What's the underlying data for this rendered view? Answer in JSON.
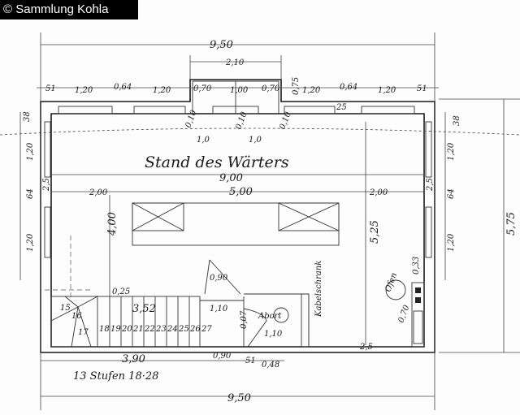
{
  "credit": "© Sammlung Kohla",
  "room_label": "Stand des Wärters",
  "cabinet_label": "Kabelschrank",
  "stairs_note": "13 Stufen 18·28",
  "dims": {
    "total_width_top": "9,50",
    "total_width_bottom": "9,50",
    "bay_width": "2,10",
    "inner_width": "9,00",
    "inner_left": "2,00",
    "inner_mid": "5,00",
    "inner_right": "2,00",
    "height_total": "5,75",
    "height_inner": "5,25",
    "depth_left": "4,00",
    "bay_depth": "0,75",
    "top_row": [
      "51",
      "1,20",
      "0,64",
      "1,20",
      "0,70",
      "1,00",
      "0,70",
      "1,20",
      "0,64",
      "1,20",
      "51"
    ],
    "door_1": "1,0",
    "door_2": "1,0",
    "pier_small": [
      "0,10",
      "0,10",
      "0,10"
    ],
    "left_side": [
      "38",
      "1,20",
      "64",
      "1,20",
      "2,5"
    ],
    "right_side": [
      "38",
      "1,20",
      "64",
      "1,20",
      "2,5"
    ],
    "stair_gap": "0,25",
    "stair_len": "3,52",
    "landing": "1,10",
    "door_swing": "0,90",
    "wc_depth": "1,10",
    "wc_label": "Abort",
    "wc_side": "0,07",
    "wall_25": "25",
    "right_33": "0,33",
    "right_70": "0,70",
    "bottom_left": "3,90",
    "bottom_door": "0,90",
    "bottom_51": "51",
    "bottom_048": "0,48",
    "bottom_25": "2,5",
    "stove": "Ofen"
  },
  "steps": [
    "15",
    "16",
    "17",
    "18",
    "19",
    "20",
    "21",
    "22",
    "23",
    "24",
    "25",
    "26",
    "27"
  ]
}
